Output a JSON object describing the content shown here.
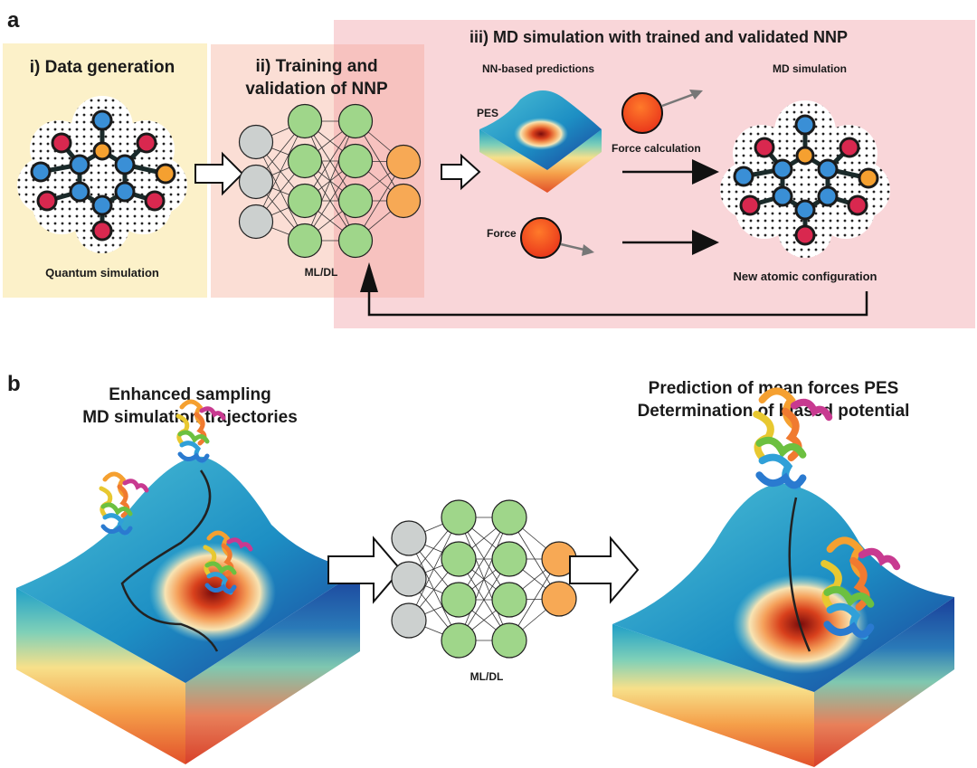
{
  "panel_a": {
    "label": "a",
    "section_i": {
      "title": "i) Data generation",
      "caption": "Quantum simulation"
    },
    "section_ii": {
      "title_line1": "ii) Training and",
      "title_line2": "validation of NNP",
      "caption": "ML/DL"
    },
    "section_iii": {
      "title": "iii) MD simulation with trained and validated NNP",
      "nn_predictions_label": "NN-based predictions",
      "pes_label": "PES",
      "force_calculation_label": "Force calculation",
      "force_label": "Force",
      "md_simulation_label": "MD simulation",
      "new_config_label": "New atomic configuration"
    }
  },
  "panel_b": {
    "label": "b",
    "left_title_line1": "Enhanced sampling",
    "left_title_line2": "MD simulation trajectories",
    "nn_caption": "ML/DL",
    "right_title_line1": "Prediction of mean forces PES",
    "right_title_line2": "Determination of biased potential"
  },
  "colors": {
    "panel_i_bg": "#fcf1c9",
    "panel_ii_bg": "#fbded5",
    "panel_iii_bg": "#f9d6d9",
    "input_node": "#ccd0cf",
    "hidden_node": "#9fd68a",
    "output_node": "#f7a955",
    "atom_blue": "#3a8fd6",
    "atom_red": "#d9284f",
    "atom_orange": "#f5a030",
    "force_ball": "#f24a1c"
  }
}
